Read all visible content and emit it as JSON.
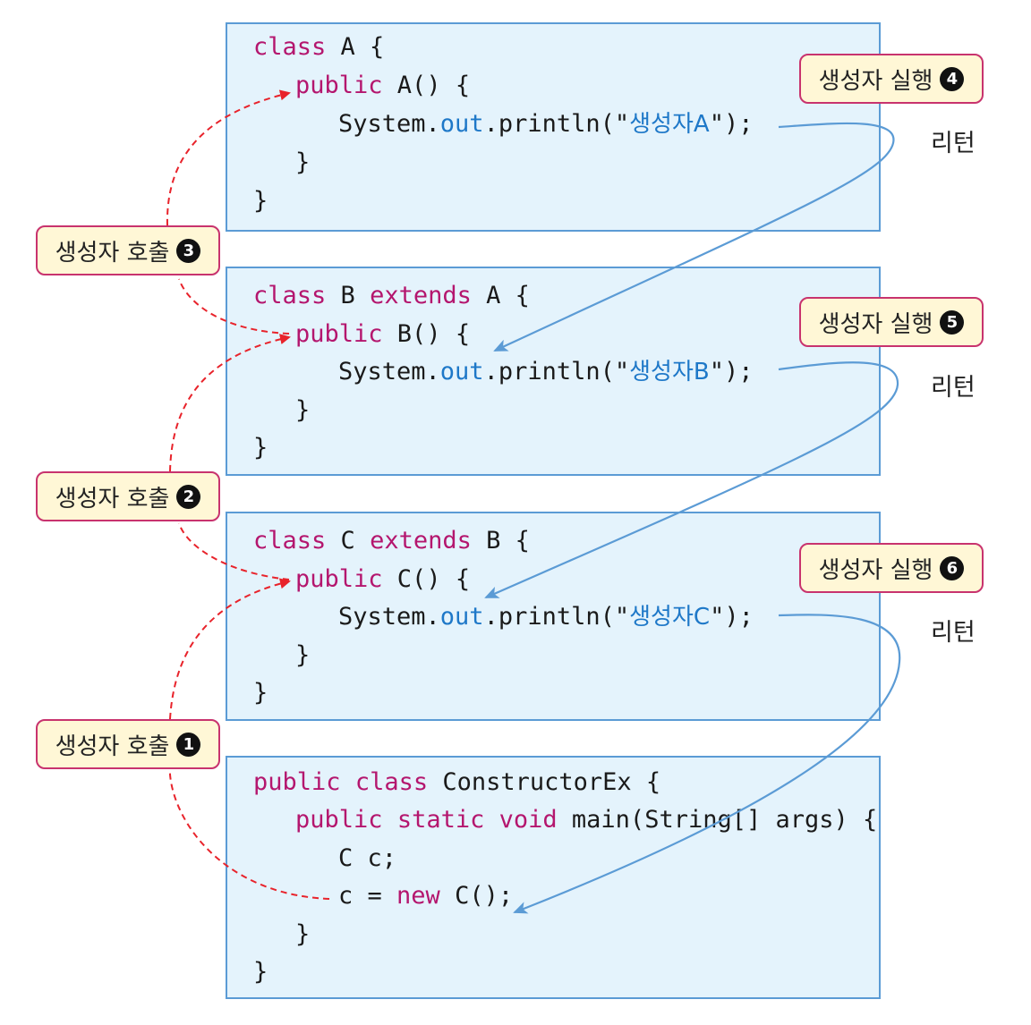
{
  "boxes": {
    "a": {
      "line1": {
        "kw": "class",
        "rest": " A {"
      },
      "line2": {
        "kw": "public",
        "rest": " A() {"
      },
      "line3": {
        "pre": "System.",
        "field": "out",
        "mid": ".println(\"",
        "str": "생성자A",
        "post": "\");"
      },
      "line4": "}",
      "line5": "}"
    },
    "b": {
      "line1": {
        "kw1": "class",
        "mid": " B ",
        "kw2": "extends",
        "rest": " A {"
      },
      "line2": {
        "kw": "public",
        "rest": " B() {"
      },
      "line3": {
        "pre": "System.",
        "field": "out",
        "mid": ".println(\"",
        "str": "생성자B",
        "post": "\");"
      },
      "line4": "}",
      "line5": "}"
    },
    "c": {
      "line1": {
        "kw1": "class",
        "mid": " C ",
        "kw2": "extends",
        "rest": " B {"
      },
      "line2": {
        "kw": "public",
        "rest": " C() {"
      },
      "line3": {
        "pre": "System.",
        "field": "out",
        "mid": ".println(\"",
        "str": "생성자C",
        "post": "\");"
      },
      "line4": "}",
      "line5": "}"
    },
    "main": {
      "line1": {
        "kw1": "public",
        "kw2": "class",
        "rest": " ConstructorEx {"
      },
      "line2": {
        "kw1": "public",
        "kw2": "static",
        "kw3": "void",
        "rest": " main(String[] args) {"
      },
      "line3": "C c;",
      "line4": {
        "pre": "c = ",
        "kw": "new",
        "rest": " C();"
      },
      "line5": "}",
      "line6": "}"
    }
  },
  "labels": {
    "call1": {
      "text": "생성자 호출",
      "num": "1"
    },
    "call2": {
      "text": "생성자 호출",
      "num": "2"
    },
    "call3": {
      "text": "생성자 호출",
      "num": "3"
    },
    "exec4": {
      "text": "생성자 실행",
      "num": "4"
    },
    "exec5": {
      "text": "생성자 실행",
      "num": "5"
    },
    "exec6": {
      "text": "생성자 실행",
      "num": "6"
    }
  },
  "returns": {
    "r1": "리턴",
    "r2": "리턴",
    "r3": "리턴"
  },
  "colors": {
    "box_fill": "#e4f3fc",
    "box_border": "#5b9bd5",
    "keyword": "#b4166e",
    "field": "#1e78c8",
    "call_arrow": "#e8232b",
    "return_arrow": "#5b9bd5",
    "label_fill": "#fff7d6",
    "label_border": "#c8336e"
  }
}
